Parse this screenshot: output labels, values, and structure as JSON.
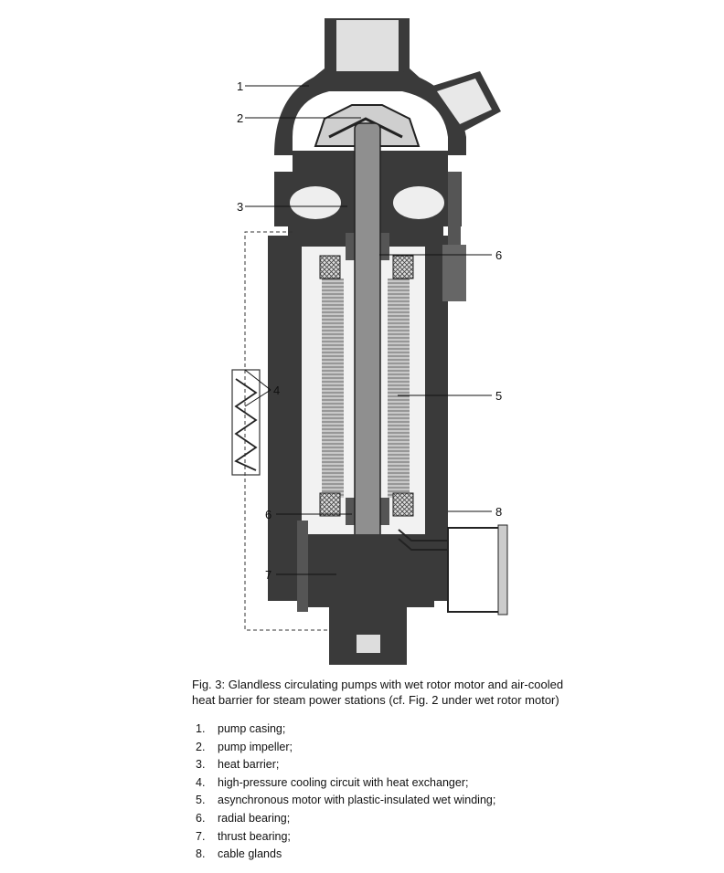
{
  "figure": {
    "callouts": [
      {
        "number": "1",
        "label": "pump casing;"
      },
      {
        "number": "2",
        "label": "pump impeller;"
      },
      {
        "number": "3",
        "label": "heat barrier;"
      },
      {
        "number": "4",
        "label": "high-pressure cooling circuit with heat exchanger;"
      },
      {
        "number": "5",
        "label": "asynchronous motor with plastic-insulated wet winding;"
      },
      {
        "number": "6",
        "label": "radial bearing;"
      },
      {
        "number": "7",
        "label": "thrust bearing;"
      },
      {
        "number": "8",
        "label": "cable glands"
      }
    ],
    "caption_line1": "Fig. 3: Glandless circulating pumps with wet rotor motor and air-cooled",
    "caption_line2": "heat barrier for steam power stations (cf. Fig. 2 under wet rotor motor)"
  },
  "colors": {
    "ink": "#1a1a1a",
    "casing": "#3a3a3a",
    "shaft": "#8f8f8f",
    "winding": "#b5b5b5"
  }
}
